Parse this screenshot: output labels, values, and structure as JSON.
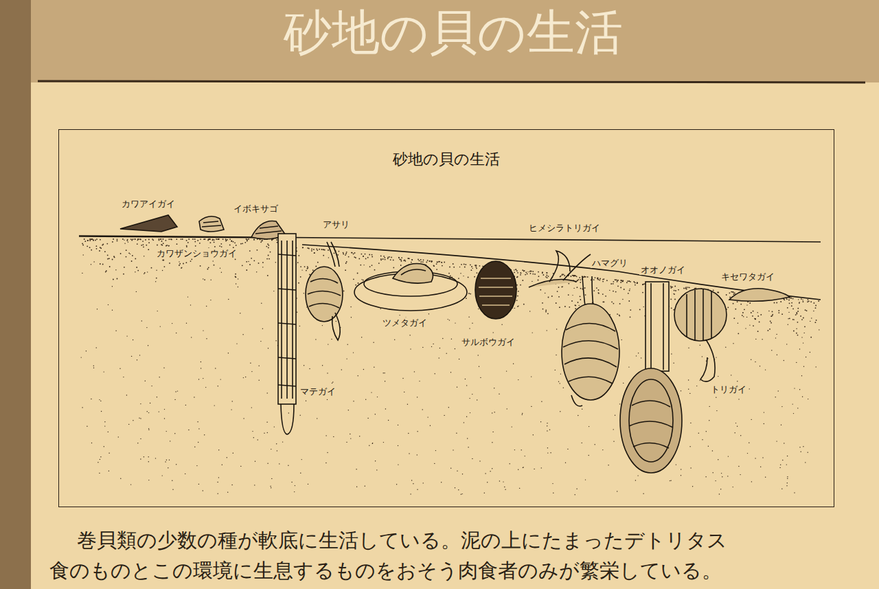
{
  "diagram": {
    "title": "砂地の貝の生活",
    "nodes": [
      {
        "text": [
          "砂地の貝の生活"
        ]
      }
    ],
    "labels": [
      "カワアイガイ",
      "イボキサゴ",
      "アサリ",
      "ヒメシラトリガイ",
      "カワザンショウガイ",
      "ハマグリ",
      "オオノガイ",
      "キセワタガイ",
      "ツメタガイ",
      "サルボウガイ",
      "マテガイ",
      "トリガイ",
      "巻貝類の少数の種が軟底に生活している。泥の上にたまったデトリタス",
      "食のものとこの環境に生息するものをおそう肉食者のみが繁栄している。"
    ]
  }
}
